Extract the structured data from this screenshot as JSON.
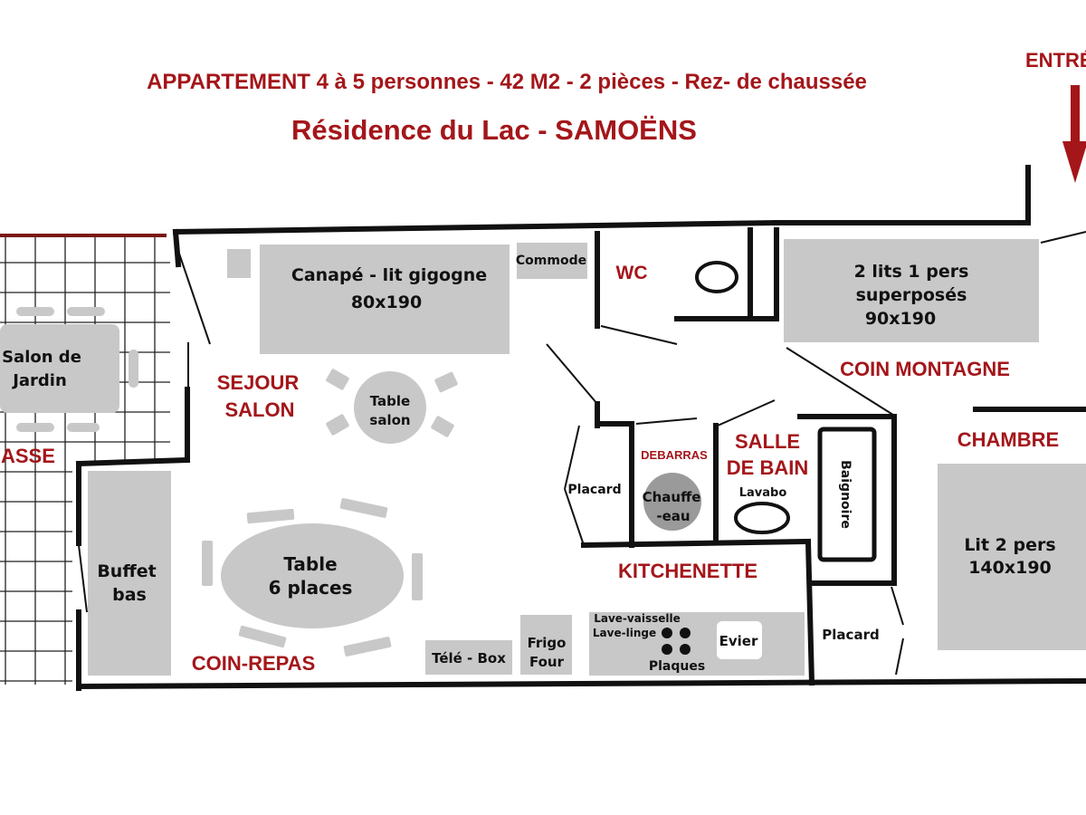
{
  "title": {
    "line1": "APPARTEMENT 4 à 5 personnes - 42 M2 - 2 pièces - Rez- de chaussée",
    "line2": "Résidence du Lac - SAMOËNS",
    "entry": "ENTRÉE"
  },
  "rooms": {
    "sejour_1": "SEJOUR",
    "sejour_2": "SALON",
    "coin_repas": "COIN-REPAS",
    "wc": "WC",
    "coin_montagne": "COIN MONTAGNE",
    "chambre": "CHAMBRE",
    "salle_de_bain_1": "SALLE",
    "salle_de_bain_2": "DE BAIN",
    "debarras": "DEBARRAS",
    "kitchenette": "KITCHENETTE",
    "terrasse": "ASSE"
  },
  "furniture": {
    "canape_1": "Canapé - lit gigogne",
    "canape_2": "80x190",
    "commode": "Commode",
    "lits_1": "2 lits 1 pers",
    "lits_2": "superposés",
    "lits_3": "90x190",
    "salon_jardin_1": "Salon de",
    "salon_jardin_2": "Jardin",
    "table_salon_1": "Table",
    "table_salon_2": "salon",
    "buffet_1": "Buffet",
    "buffet_2": "bas",
    "table_repas_1": "Table",
    "table_repas_2": "6 places",
    "placard_1": "Placard",
    "placard_2": "Placard",
    "chauffe_1": "Chauffe",
    "chauffe_2": "-eau",
    "lavabo": "Lavabo",
    "baignoire": "Baignoire",
    "lit_2pers_1": "Lit 2 pers",
    "lit_2pers_2": "140x190",
    "tele": "Télé - Box",
    "frigo_1": "Frigo",
    "frigo_2": "Four",
    "lave_vaisselle": "Lave-vaisselle",
    "lave_linge": "Lave-linge",
    "plaques": "Plaques",
    "evier": "Evier"
  },
  "colors": {
    "label_red": "#a4161a",
    "furniture_gray": "#c8c8c8",
    "wall": "#111111"
  }
}
